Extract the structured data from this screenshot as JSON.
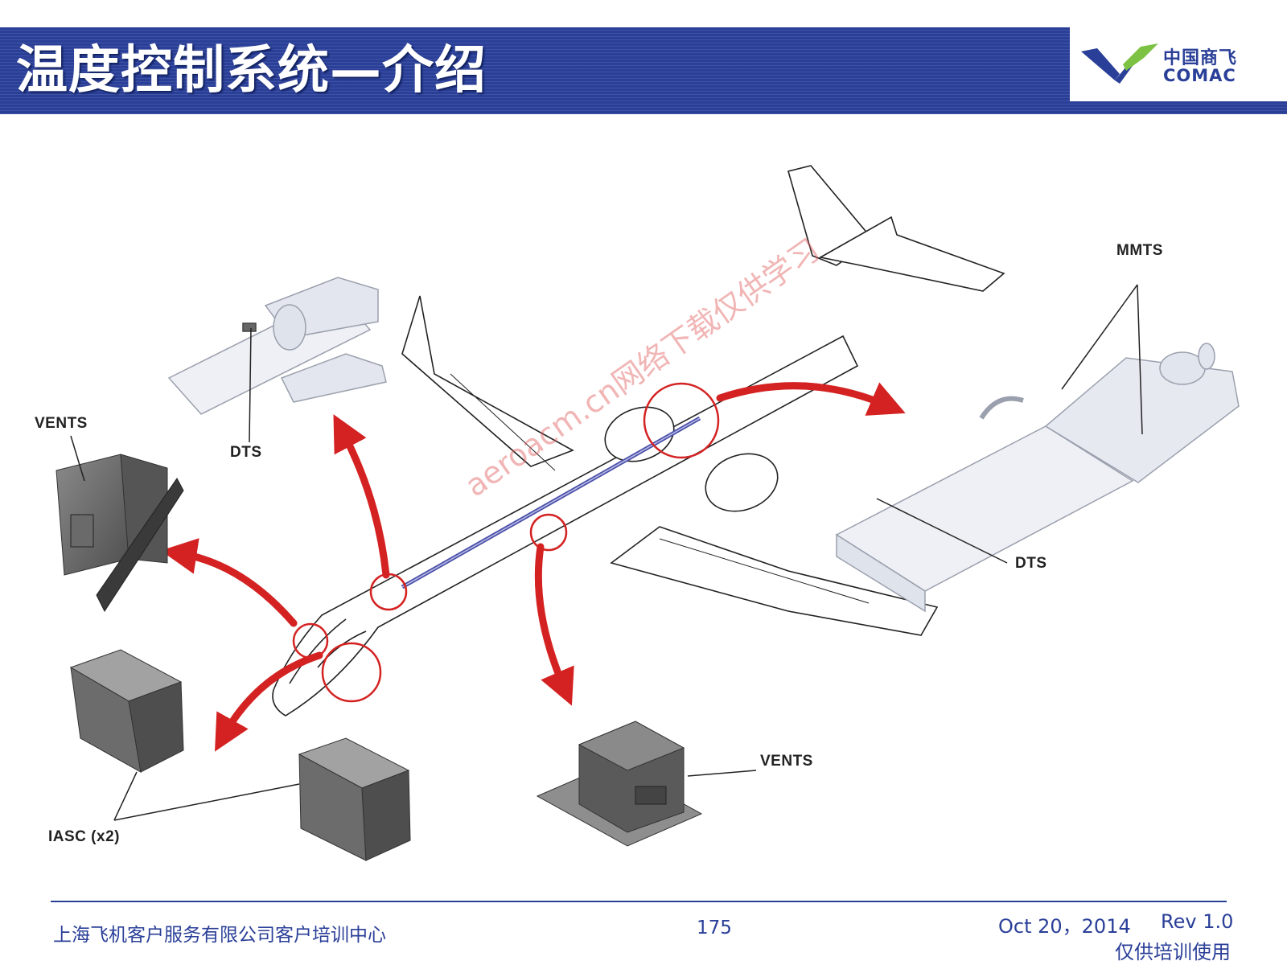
{
  "header": {
    "title": "温度控制系统—介绍",
    "logo_cn": "中国商飞",
    "logo_en": "COMAC",
    "color_primary": "#2a3f98",
    "color_logo_green": "#7dc242"
  },
  "diagram": {
    "labels": {
      "vents_left": "VENTS",
      "dts_top": "DTS",
      "mmts": "MMTS",
      "dts_right": "DTS",
      "vents_bottom": "VENTS",
      "iasc": "IASC (x2)"
    },
    "watermark": "aeroacm.cn网络下载仅供学习",
    "arrow_color": "#d42222"
  },
  "footer": {
    "organization": "上海飞机客户服务有限公司客户培训中心",
    "page_number": "175",
    "date": "Oct 20，2014",
    "revision": "Rev 1.0",
    "note": "仅供培训使用"
  }
}
